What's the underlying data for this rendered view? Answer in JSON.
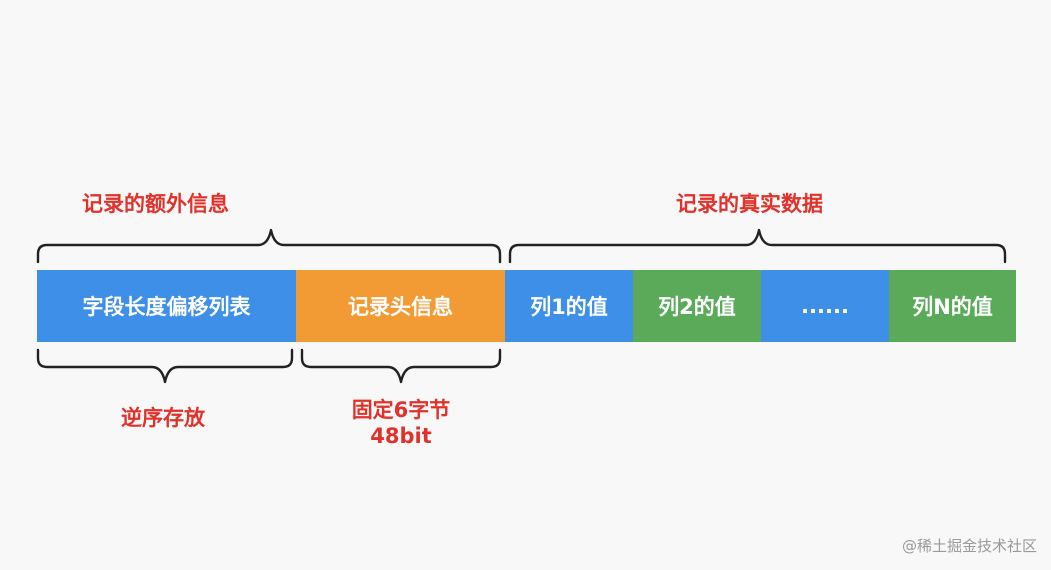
{
  "labels": {
    "extra_info": "记录的额外信息",
    "real_data": "记录的真实数据",
    "reverse_order": "逆序存放",
    "fixed_size_line1": "固定6字节",
    "fixed_size_line2": "48bit"
  },
  "segments": [
    {
      "label": "字段长度偏移列表",
      "color": "#3d8fe8"
    },
    {
      "label": "记录头信息",
      "color": "#f29b35"
    },
    {
      "label": "列1的值",
      "color": "#3d8fe8"
    },
    {
      "label": "列2的值",
      "color": "#5aaa5a"
    },
    {
      "label": "......",
      "color": "#3d8fe8"
    },
    {
      "label": "列N的值",
      "color": "#5aaa5a"
    }
  ],
  "watermark": "@稀土掘金技术社区"
}
